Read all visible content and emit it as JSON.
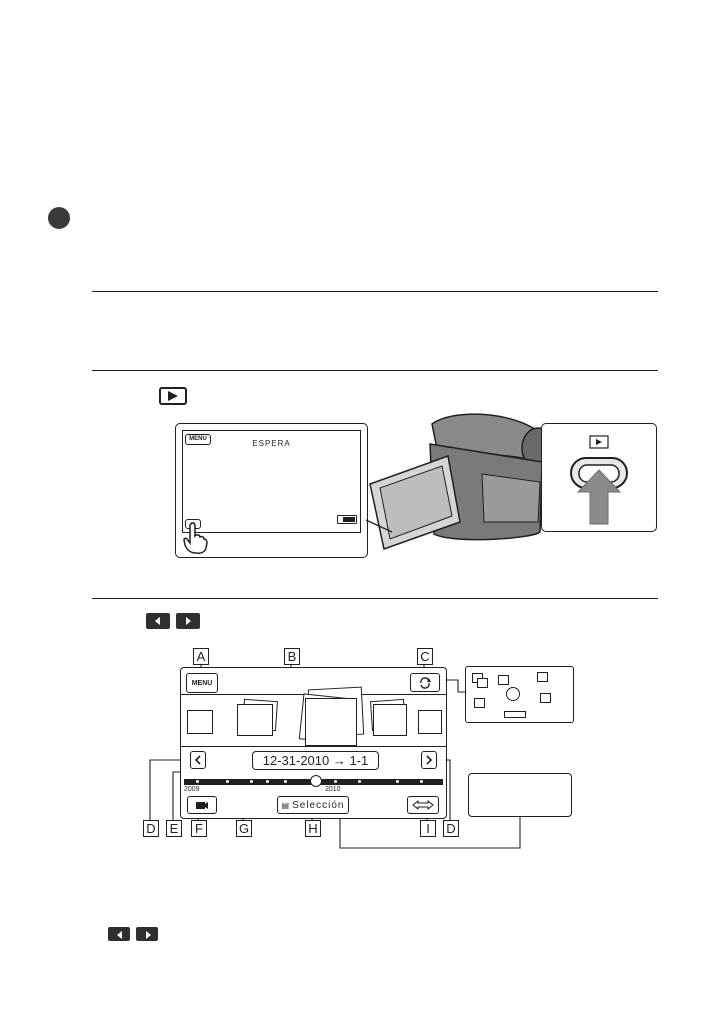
{
  "page": {
    "lcd_screen": {
      "menu_label": "MENU",
      "status_text": "ESPERA"
    },
    "event_view": {
      "date_range": "12-31-2010 → 1-1",
      "menu_label": "MENU",
      "selection_label": "Selección",
      "years": [
        "2009",
        "2010"
      ]
    },
    "callouts": [
      "A",
      "B",
      "C",
      "D",
      "E",
      "F",
      "G",
      "H",
      "I",
      "D"
    ],
    "icons": {
      "play_icon": "play-icon",
      "prev": "chevron-left-icon",
      "next": "chevron-right-icon"
    }
  }
}
